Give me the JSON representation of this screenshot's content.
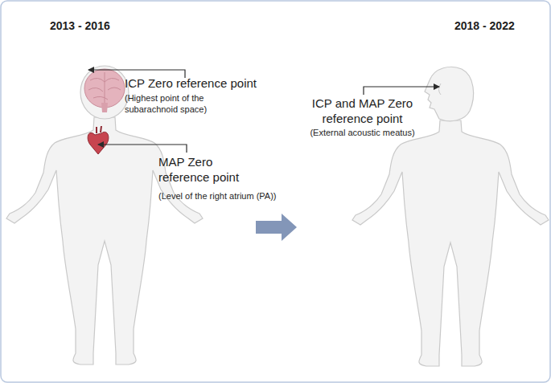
{
  "diagram": {
    "labels": [
      "2013 - 2016",
      "2018 - 2022",
      "ICP Zero reference point",
      "(Highest point of the subarachnoid space)",
      "MAP Zero reference point",
      "(Level of the right atrium (PA))",
      "ICP and MAP Zero reference point",
      "(External acoustic meatus)"
    ]
  }
}
